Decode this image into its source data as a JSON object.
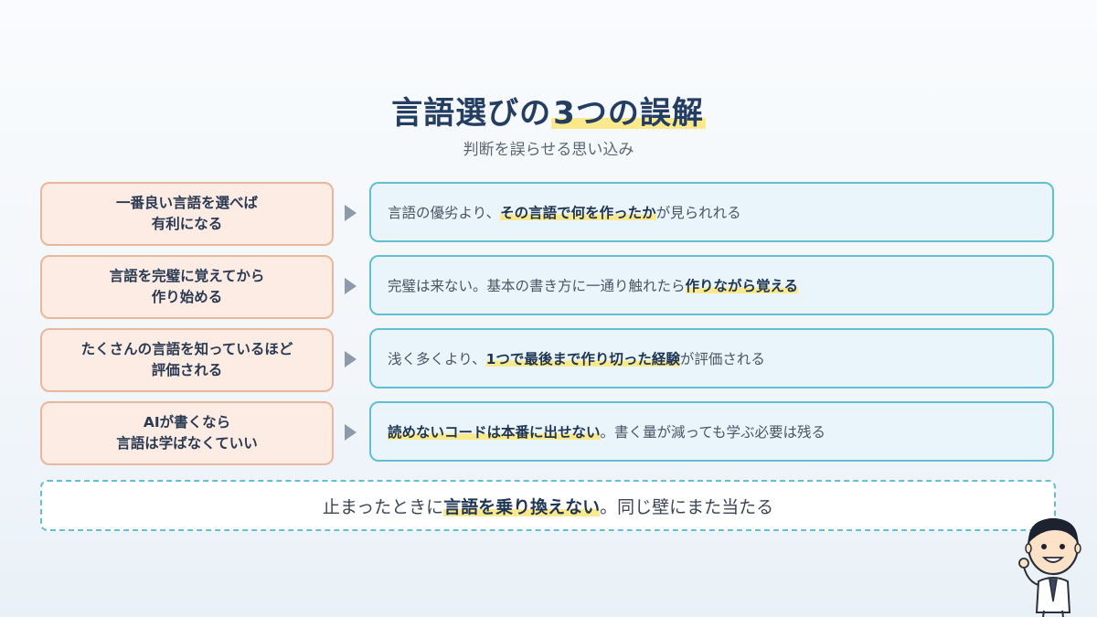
{
  "slide": {
    "title_main": "言語選びの",
    "title_highlight": "3つの誤解",
    "subtitle": "判断を誤らせる思い込み"
  },
  "rows": [
    {
      "misconception": [
        "一番良い言語を選べば",
        "有利になる"
      ],
      "truth_pre": "言語の優劣より、",
      "truth_highlight": "その言語で何を作ったか",
      "truth_post": "が見られれる"
    },
    {
      "misconception": [
        "言語を完璧に覚えてから",
        "作り始める"
      ],
      "truth_pre": "完璧は来ない。基本の書き方に一通り触れたら",
      "truth_highlight": "作りながら覚える",
      "truth_post": ""
    },
    {
      "misconception": [
        "たくさんの言語を知っているほど",
        "評価される"
      ],
      "truth_pre": "浅く多くより、",
      "truth_highlight": "1つで最後まで作り切った経験",
      "truth_post": "が評価される"
    },
    {
      "misconception": [
        "AIが書くなら",
        "言語は学ばなくていい"
      ],
      "truth_pre": "",
      "truth_highlight": "読めないコードは本番に出せない",
      "truth_post": "。書く量が減っても学ぶ必要は残る"
    }
  ],
  "summary": {
    "pre": "止まったときに",
    "highlight": "言語を乗り換えない",
    "post": "。同じ壁にまた当たる"
  },
  "icons": {
    "arrow": "triangle-right-icon",
    "character": "businessman-mascot-icon"
  },
  "colors": {
    "title": "#243d63",
    "highlight": "#fbe98b",
    "misconception_fill": "#fdece4",
    "misconception_border": "#eab79c",
    "truth_fill": "#e9f4fb",
    "truth_border": "#63bfd3"
  }
}
